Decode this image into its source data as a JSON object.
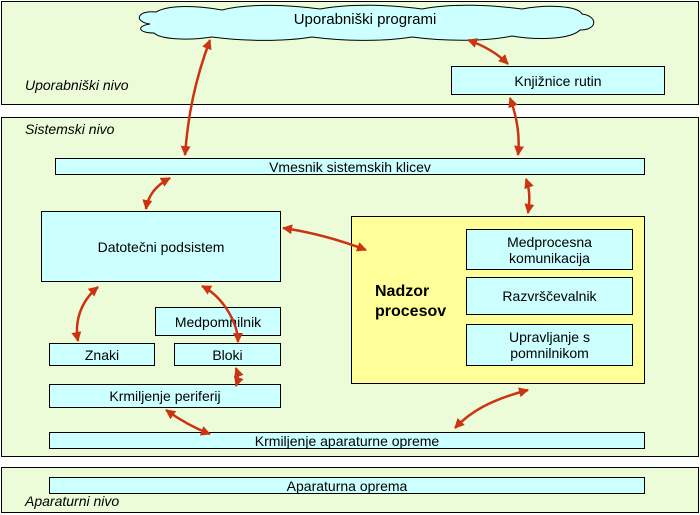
{
  "levels": {
    "user": {
      "label": "Uporabniški nivo"
    },
    "system": {
      "label": "Sistemski nivo"
    },
    "hardware": {
      "label": "Aparaturni nivo"
    }
  },
  "boxes": {
    "user_programs": "Uporabniški programi",
    "routine_libraries": "Knjižnice rutin",
    "syscall_interface": "Vmesnik sistemskih klicev",
    "file_subsystem": "Datotečni podsistem",
    "buffer": "Medpomnilnik",
    "characters": "Znaki",
    "blocks": "Bloki",
    "device_drivers": "Krmiljenje periferij",
    "hardware_control": "Krmiljenje aparaturne opreme",
    "hardware": "Aparaturna oprema"
  },
  "process_control": {
    "title_line1": "Nadzor",
    "title_line2": "procesov",
    "ipc_line1": "Medprocesna",
    "ipc_line2": "komunikacija",
    "scheduler": "Razvrščevalnik",
    "memory_line1": "Upravljanje s",
    "memory_line2": "pomnilnikom"
  },
  "colors": {
    "level_background": "#ecfbd8",
    "box_fill": "#ccffff",
    "process_fill": "#ffff99",
    "arrow": "#cc3311"
  }
}
